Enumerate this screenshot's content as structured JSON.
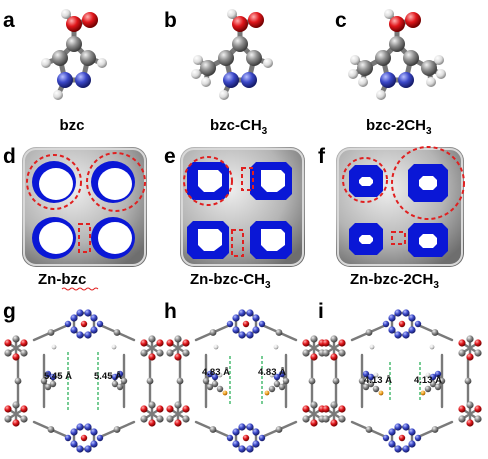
{
  "panels": {
    "a": {
      "letter": "a",
      "name": "bzc"
    },
    "b": {
      "letter": "b",
      "name": "bzc-CH",
      "sub": "3"
    },
    "c": {
      "letter": "c",
      "name": "bzc-2CH",
      "sub": "3"
    },
    "d": {
      "letter": "d",
      "name": "Zn-bzc"
    },
    "e": {
      "letter": "e",
      "name": "Zn-bzc-CH",
      "sub": "3"
    },
    "f": {
      "letter": "f",
      "name": "Zn-bzc-2CH",
      "sub": "3"
    },
    "g": {
      "letter": "g",
      "dist_left": "5.45 Å",
      "dist_right": "5.45 Å"
    },
    "h": {
      "letter": "h",
      "dist_left": "4.83 Å",
      "dist_right": "4.83 Å"
    },
    "i": {
      "letter": "i",
      "dist_left": "4.13 Å",
      "dist_right": "4.13 Å"
    }
  },
  "colors": {
    "carbon": "#8c8c8c",
    "oxygen": "#e0161b",
    "nitrogen": "#3b48c8",
    "hydrogen": "#e4e4e4",
    "zinc": "#9aa0b8",
    "pore": "#0a17d6",
    "surface": "#b9b9b9",
    "dashed_circle": "#e02020",
    "hbond": "#2db05a",
    "methyl_h": "#f0a020"
  }
}
